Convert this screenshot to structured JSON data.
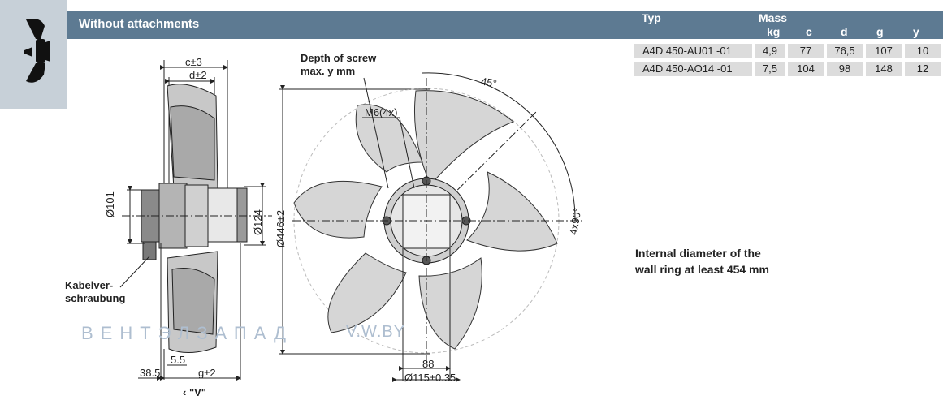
{
  "header": {
    "title": "Without attachments"
  },
  "spec_table": {
    "col_typ": "Typ",
    "col_mass": "Mass",
    "units": [
      "kg",
      "c",
      "d",
      "g",
      "y"
    ],
    "rows": [
      {
        "typ": "A4D 450-AU01 -01",
        "vals": [
          "4,9",
          "77",
          "76,5",
          "107",
          "10"
        ]
      },
      {
        "typ": "A4D 450-AO14 -01",
        "vals": [
          "7,5",
          "104",
          "98",
          "148",
          "12"
        ]
      }
    ]
  },
  "drawing": {
    "dim_c": "c±3",
    "dim_d": "d±2",
    "dim_101": "Ø101",
    "dim_124": "Ø124",
    "dim_446": "Ø446±2",
    "dim_55": "5.5",
    "dim_385": "38.5",
    "dim_g": "g±2",
    "dim_88": "88",
    "dim_115": "Ø115±0.35",
    "angle_45": "45°",
    "angle_4x90": "4x90°",
    "m6": "M6(4x)",
    "screw_note_1": "Depth of screw",
    "screw_note_2": "max. y mm",
    "kabel_1": "Kabelver-",
    "kabel_2": "schraubung",
    "view_v": "‹ \"V\"",
    "note_1": "Internal diameter of the",
    "note_2": "wall ring at least 454 mm"
  },
  "watermark": {
    "brand": "ВЕНТЭЛЗАПАД",
    "url": "V.W.BY"
  },
  "colors": {
    "header": "#5d7a92",
    "side_tab": "#c7d0d8",
    "cell": "#dcdcdc"
  }
}
